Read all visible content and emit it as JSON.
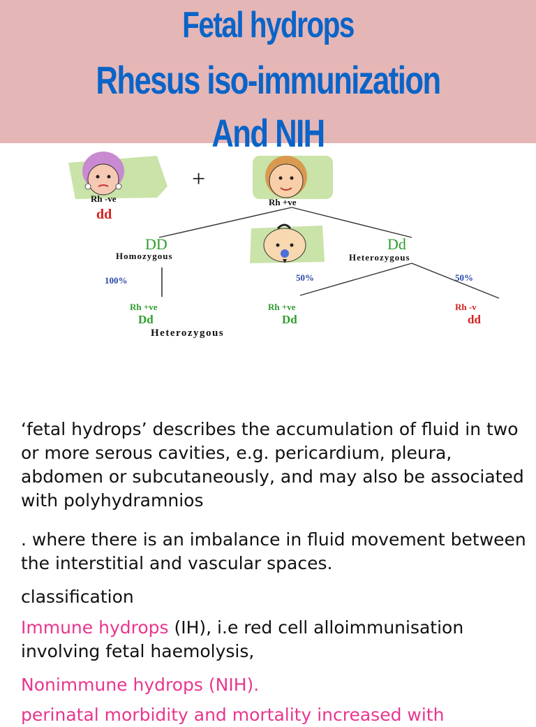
{
  "title": {
    "line1": "Fetal hydrops",
    "line2": "Rhesus iso-immunization",
    "line3": "And NIH"
  },
  "diagram": {
    "mother_rh": "Rh -ve",
    "mother_genotype": "dd",
    "plus": "+",
    "father_rh": "Rh +ve",
    "left_genotype": "DD",
    "left_label": "Homozygous",
    "right_genotype": "Dd",
    "right_label": "Heterozygous",
    "pct_left": "100%",
    "pct_mid": "50%",
    "pct_right": "50%",
    "child1_rh": "Rh +ve",
    "child1_genotype": "Dd",
    "child2_rh": "Rh +ve",
    "child2_genotype": "Dd",
    "child3_rh": "Rh -v",
    "child3_genotype": "dd",
    "bottom_label": "Heterozygous"
  },
  "body": {
    "para1": "‘fetal hydrops’ describes the accumulation of fluid in two or more serous cavities, e.g. pericardium, pleura, abdomen or subcutaneously, and may also be associated with polyhydramnios",
    "para2": ". where there is an imbalance in fluid movement between the interstitial and vascular spaces.",
    "classification": "classification",
    "immune_term": "Immune hydrops",
    "immune_rest": " (IH), i.e red cell alloimmunisation involving fetal haemolysis,",
    "nonimmune": " Nonimmune hydrops (NIH).",
    "perinatal": " perinatal morbidity and mortality increased with"
  },
  "colors": {
    "title_band": "#e5b6b6",
    "title_text": "#0a64c8",
    "highlight": "#e8368f",
    "genotype_green": "#2e9c2e",
    "genotype_red": "#d42020"
  }
}
